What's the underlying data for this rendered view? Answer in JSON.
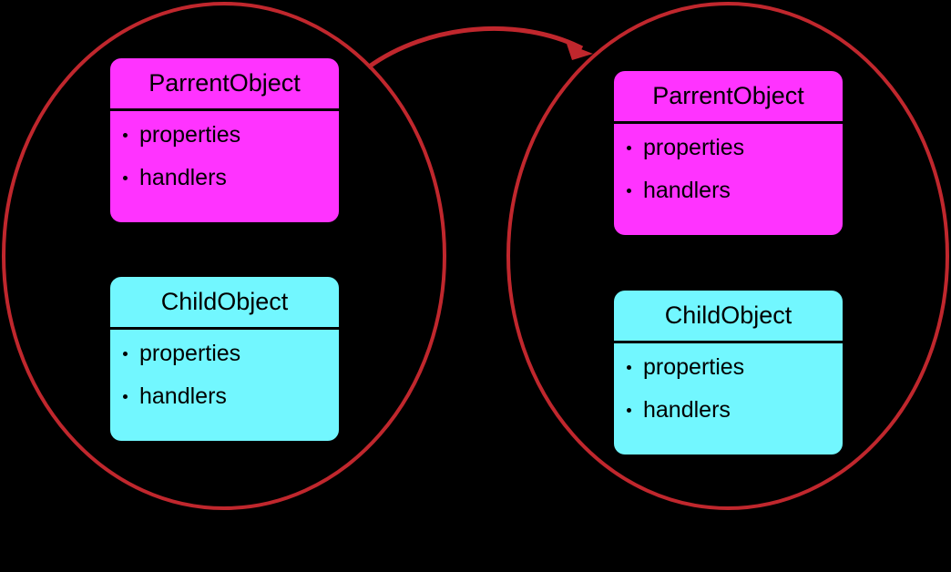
{
  "diagram": {
    "background_color": "#000000",
    "stroke_color": "#C0272D",
    "parent_fill": "#FF33FF",
    "child_fill": "#72F7FF",
    "text_color": "#000000",
    "left_group": {
      "parent_box": {
        "title": "ParrentObject",
        "members": [
          "properties",
          "handlers"
        ]
      },
      "child_box": {
        "title": "ChildObject",
        "members": [
          "properties",
          "handlers"
        ]
      }
    },
    "right_group": {
      "parent_box": {
        "title": "ParrentObject",
        "members": [
          "properties",
          "handlers"
        ]
      },
      "child_box": {
        "title": "ChildObject",
        "members": [
          "properties",
          "handlers"
        ]
      }
    },
    "arrow": {
      "direction": "left-to-right",
      "style": "curved-arc",
      "color": "#C0272D"
    }
  }
}
